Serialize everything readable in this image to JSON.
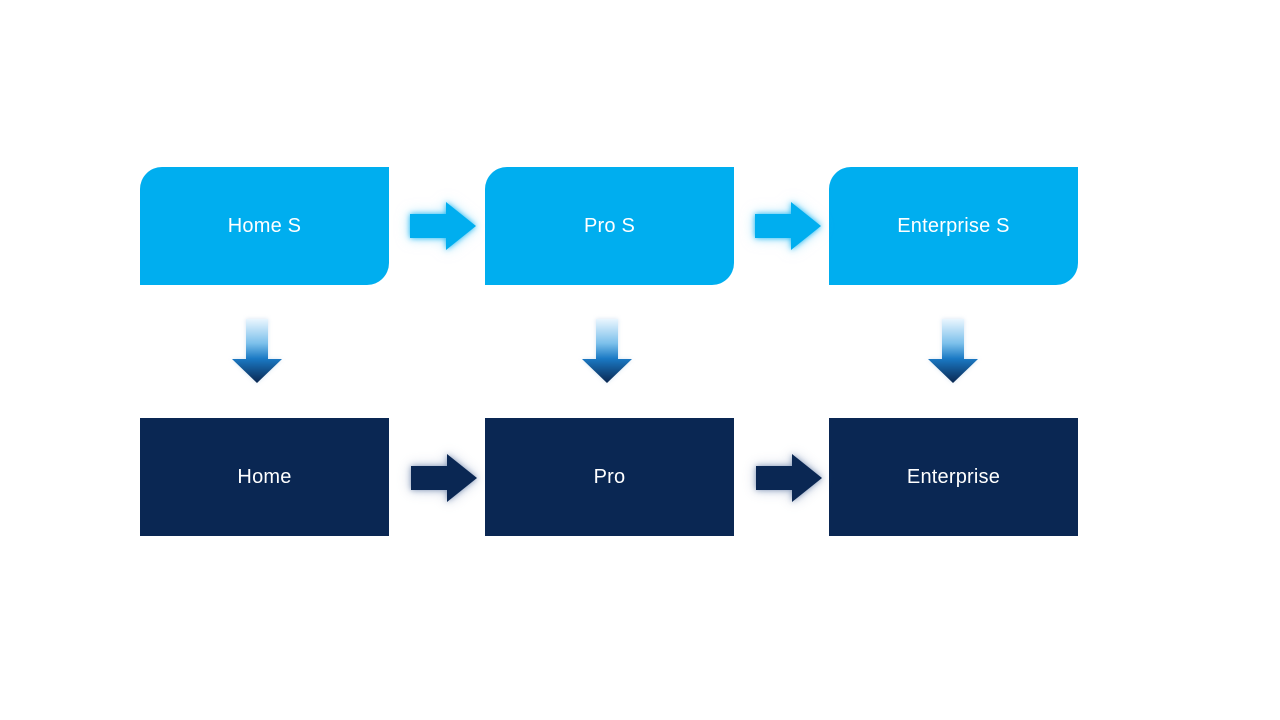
{
  "slide": {
    "background_color": "#FFFFFF"
  },
  "palette": {
    "top_box_fill": "#00AEEF",
    "bottom_box_fill": "#0A2753",
    "label_color": "#FFFFFF",
    "horizontal_arrow_top_fill": "#00AEEF",
    "horizontal_arrow_bottom_fill": "#0A2753",
    "down_arrow_gradient": [
      "#EAF6FE",
      "#7CC0EB",
      "#1A79C4",
      "#0A2750"
    ]
  },
  "diagram": {
    "top_row": {
      "nodes": [
        {
          "label": "Home S"
        },
        {
          "label": "Pro S"
        },
        {
          "label": "Enterprise S"
        }
      ]
    },
    "bottom_row": {
      "nodes": [
        {
          "label": "Home"
        },
        {
          "label": "Pro"
        },
        {
          "label": "Enterprise"
        }
      ]
    },
    "icons": {
      "horizontal_connector": "right-arrow-icon",
      "vertical_connector": "down-arrow-icon"
    }
  }
}
